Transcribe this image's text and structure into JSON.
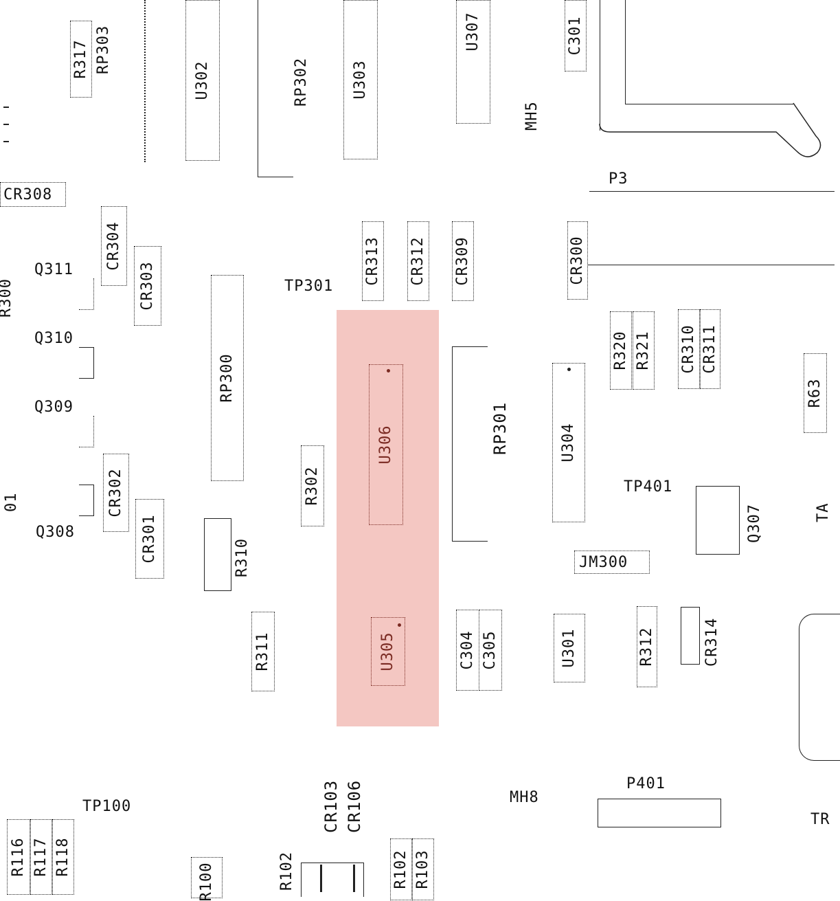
{
  "diagram": {
    "highlight_color": "#e68278",
    "ink_color": "#222222",
    "components": {
      "R317": "R317",
      "RP303": "RP303",
      "U302": "U302",
      "RP302": "RP302",
      "U303": "U303",
      "U307": "U307",
      "C301": "C301",
      "MH5": "MH5",
      "P3": "P3",
      "CR308": "CR308",
      "CR304": "CR304",
      "CR303": "CR303",
      "Q311": "Q311",
      "Q310": "Q310",
      "Q309": "Q309",
      "Q308": "Q308",
      "CR302": "CR302",
      "CR301": "CR301",
      "RP300": "RP300",
      "TP301": "TP301",
      "CR313": "CR313",
      "CR312": "CR312",
      "CR309": "CR309",
      "CR300": "CR300",
      "R320": "R320",
      "R321": "R321",
      "CR310": "CR310",
      "CR311": "CR311",
      "R63": "R63",
      "U306": "U306",
      "RP301": "RP301",
      "U304": "U304",
      "R302": "R302",
      "TP401": "TP401",
      "Q307": "Q307",
      "R310": "R310",
      "JM300": "JM300",
      "R311": "R311",
      "U305": "U305",
      "C304": "C304",
      "C305": "C305",
      "U301": "U301",
      "R312": "R312",
      "CR314": "CR314",
      "CR103": "CR103",
      "CR106": "CR106",
      "MH8": "MH8",
      "P401": "P401",
      "TP100": "TP100",
      "R116": "R116",
      "R117": "R117",
      "R118": "R118",
      "R100": "R100",
      "R102": "R102",
      "R102b": "R102",
      "R103": "R103",
      "R300": "R300",
      "T_right1": "TA",
      "T_right2": "TR",
      "edge_mark": "01"
    }
  }
}
